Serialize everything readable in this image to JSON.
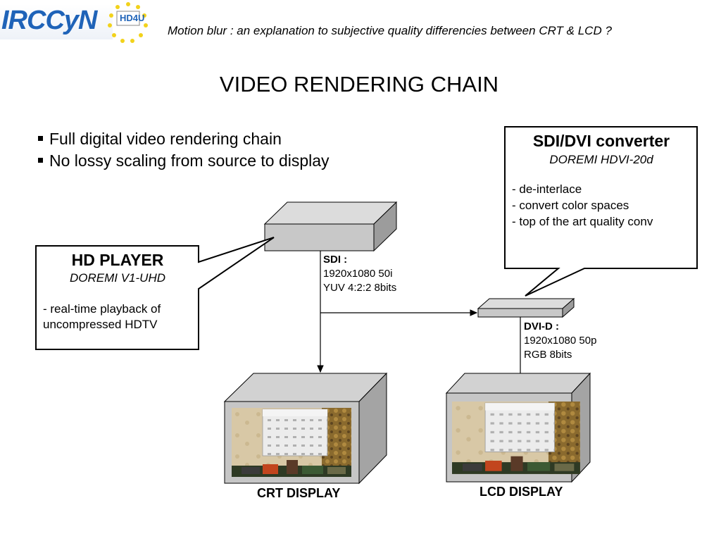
{
  "header": {
    "logo_text": "IRCCyN",
    "badge_text": "HD4U",
    "caption": "Motion blur : an explanation to subjective quality differencies between CRT & LCD ?"
  },
  "slide": {
    "title": "VIDEO RENDERING CHAIN",
    "bullets": [
      "Full digital video rendering chain",
      "No lossy scaling from source to display"
    ]
  },
  "hd_player": {
    "title": "HD PLAYER",
    "model": "DOREMI V1-UHD",
    "lines": [
      "- real-time playback of",
      "uncompressed HDTV"
    ]
  },
  "converter": {
    "title": "SDI/DVI converter",
    "model": "DOREMI HDVI-20d",
    "lines": [
      "- de-interlace",
      "- convert color spaces",
      "- top of the art quality conv"
    ]
  },
  "sdi_link": {
    "head": "SDI :",
    "lines": [
      "1920x1080 50i",
      "YUV 4:2:2 8bits"
    ]
  },
  "dvi_link": {
    "head": "DVI-D :",
    "lines": [
      "1920x1080 50p",
      "RGB 8bits"
    ]
  },
  "displays": {
    "crt_label": "CRT DISPLAY",
    "lcd_label": "LCD DISPLAY"
  },
  "colors": {
    "device_front": "#c8c8c8",
    "device_top": "#dcdcdc",
    "device_side": "#9c9c9c",
    "logo_blue": "#1f63b8",
    "star_yellow": "#f2d21b"
  }
}
